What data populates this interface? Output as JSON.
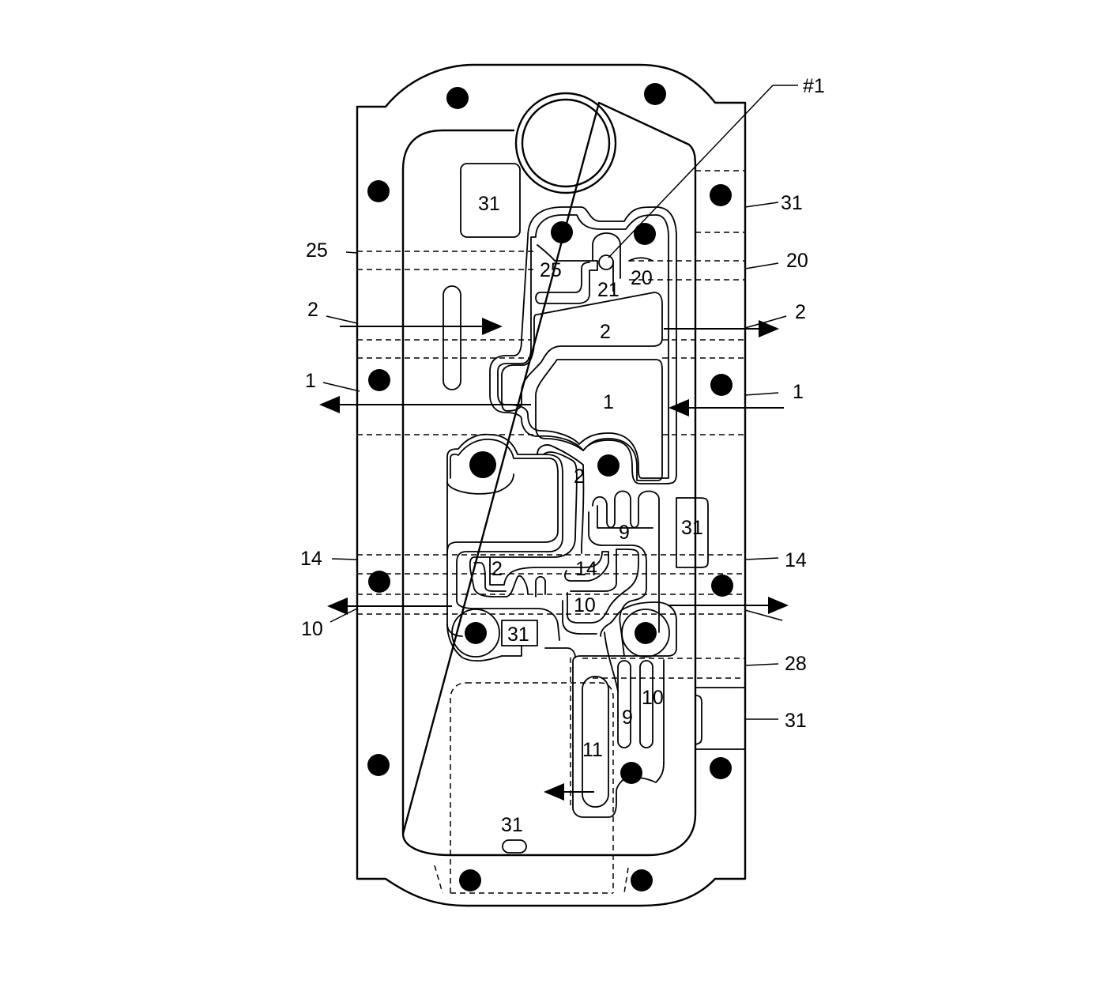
{
  "diagram": {
    "callout": "#1",
    "labels": {
      "ext_31_top": "31",
      "ext_25": "25",
      "ext_20": "20",
      "ext_2_left": "2",
      "ext_2_right": "2",
      "ext_1_left": "1",
      "ext_1_right": "1",
      "ext_14_left": "14",
      "ext_14_right": "14",
      "ext_10_left": "10",
      "ext_28": "28",
      "ext_31_right": "31",
      "int_31_upper": "31",
      "int_25": "25",
      "int_21": "21",
      "int_20": "20",
      "int_2_upper": "2",
      "int_1": "1",
      "int_2_mid": "2",
      "int_9_upper": "9",
      "int_31_side": "31",
      "int_2_lower": "2",
      "int_14": "14",
      "int_10_box": "10",
      "int_31_box": "31",
      "int_10_lower": "10",
      "int_9_lower": "9",
      "int_11": "11",
      "int_31_bottom": "31"
    }
  }
}
